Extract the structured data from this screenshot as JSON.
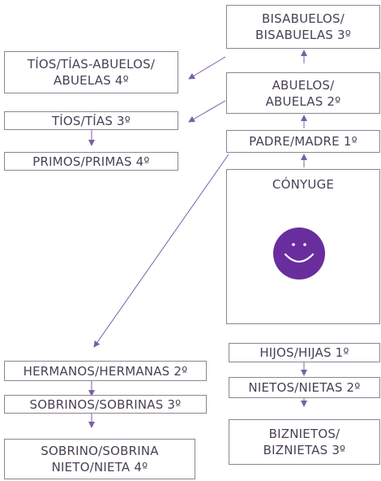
{
  "colors": {
    "border": "#8a8590",
    "text": "#4a3f55",
    "arrow": "#7b5fa8",
    "smiley": "#6a2d9e"
  },
  "icons": {
    "smiley": "smiley-face-icon"
  },
  "boxes": {
    "bisabuelos": "BISABUELOS/\nBISABUELAS 3º",
    "tios_abuelos": "TÍOS/TÍAS-ABUELOS/\nABUELAS 4º",
    "abuelos": "ABUELOS/\nABUELAS 2º",
    "tios": "TÍOS/TÍAS 3º",
    "padre": "PADRE/MADRE 1º",
    "primos": "PRIMOS/PRIMAS 4º",
    "conyuge": "CÓNYUGE",
    "hermanos": "HERMANOS/HERMANAS 2º",
    "hijos": "HIJOS/HIJAS 1º",
    "sobrinos": "SOBRINOS/SOBRINAS 3º",
    "nietos": "NIETOS/NIETAS 2º",
    "sobrino_nieto": "SOBRINO/SOBRINA\nNIETO/NIETA 4º",
    "biznietos": "BIZNIETOS/\nBIZNIETAS 3º"
  }
}
